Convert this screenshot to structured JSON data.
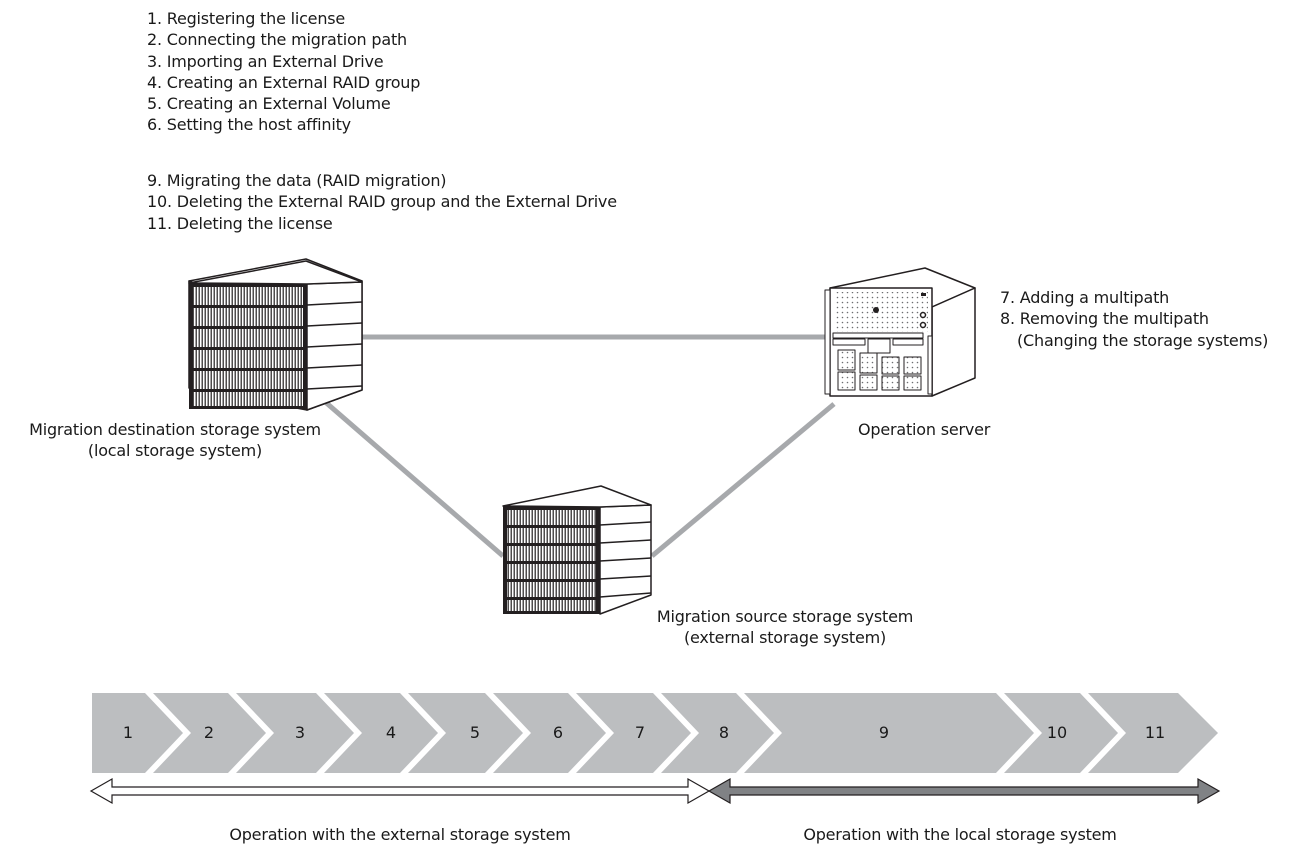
{
  "steps_top": [
    "1. Registering the license",
    "2. Connecting the migration path",
    "3. Importing an External Drive",
    "4. Creating an External RAID group",
    "5. Creating an External Volume",
    "6. Setting the host affinity"
  ],
  "steps_mid": [
    "9. Migrating the data (RAID migration)",
    "10. Deleting the External RAID group and the External Drive",
    "11. Deleting the license"
  ],
  "server_steps": {
    "line1": "7. Adding a multipath",
    "line2": "8. Removing the multipath",
    "line3": "(Changing the storage systems)"
  },
  "labels": {
    "destination_line1": "Migration destination storage system",
    "destination_line2": "(local storage system)",
    "server": "Operation server",
    "source_line1": "Migration source storage system",
    "source_line2": "(external storage system)"
  },
  "timeline": {
    "steps": [
      "1",
      "2",
      "3",
      "4",
      "5",
      "6",
      "7",
      "8",
      "9",
      "10",
      "11"
    ],
    "external_label": "Operation with the external storage system",
    "local_label": "Operation with the local storage system"
  },
  "colors": {
    "chevron": "#bcbec0",
    "connection": "#a7a9ac",
    "local_arrow": "#808285",
    "outline": "#231f20"
  }
}
